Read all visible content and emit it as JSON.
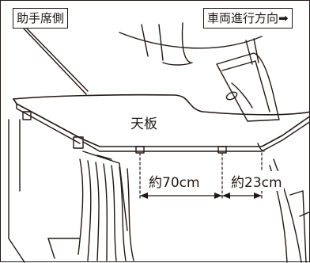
{
  "labels": {
    "passenger_side": "助手席側",
    "vehicle_direction": "車両進行方向➡",
    "panel": "天板",
    "dim_left": "約70cm",
    "dim_right": "約23cm"
  },
  "colors": {
    "line": "#231815",
    "background": "#ffffff"
  }
}
